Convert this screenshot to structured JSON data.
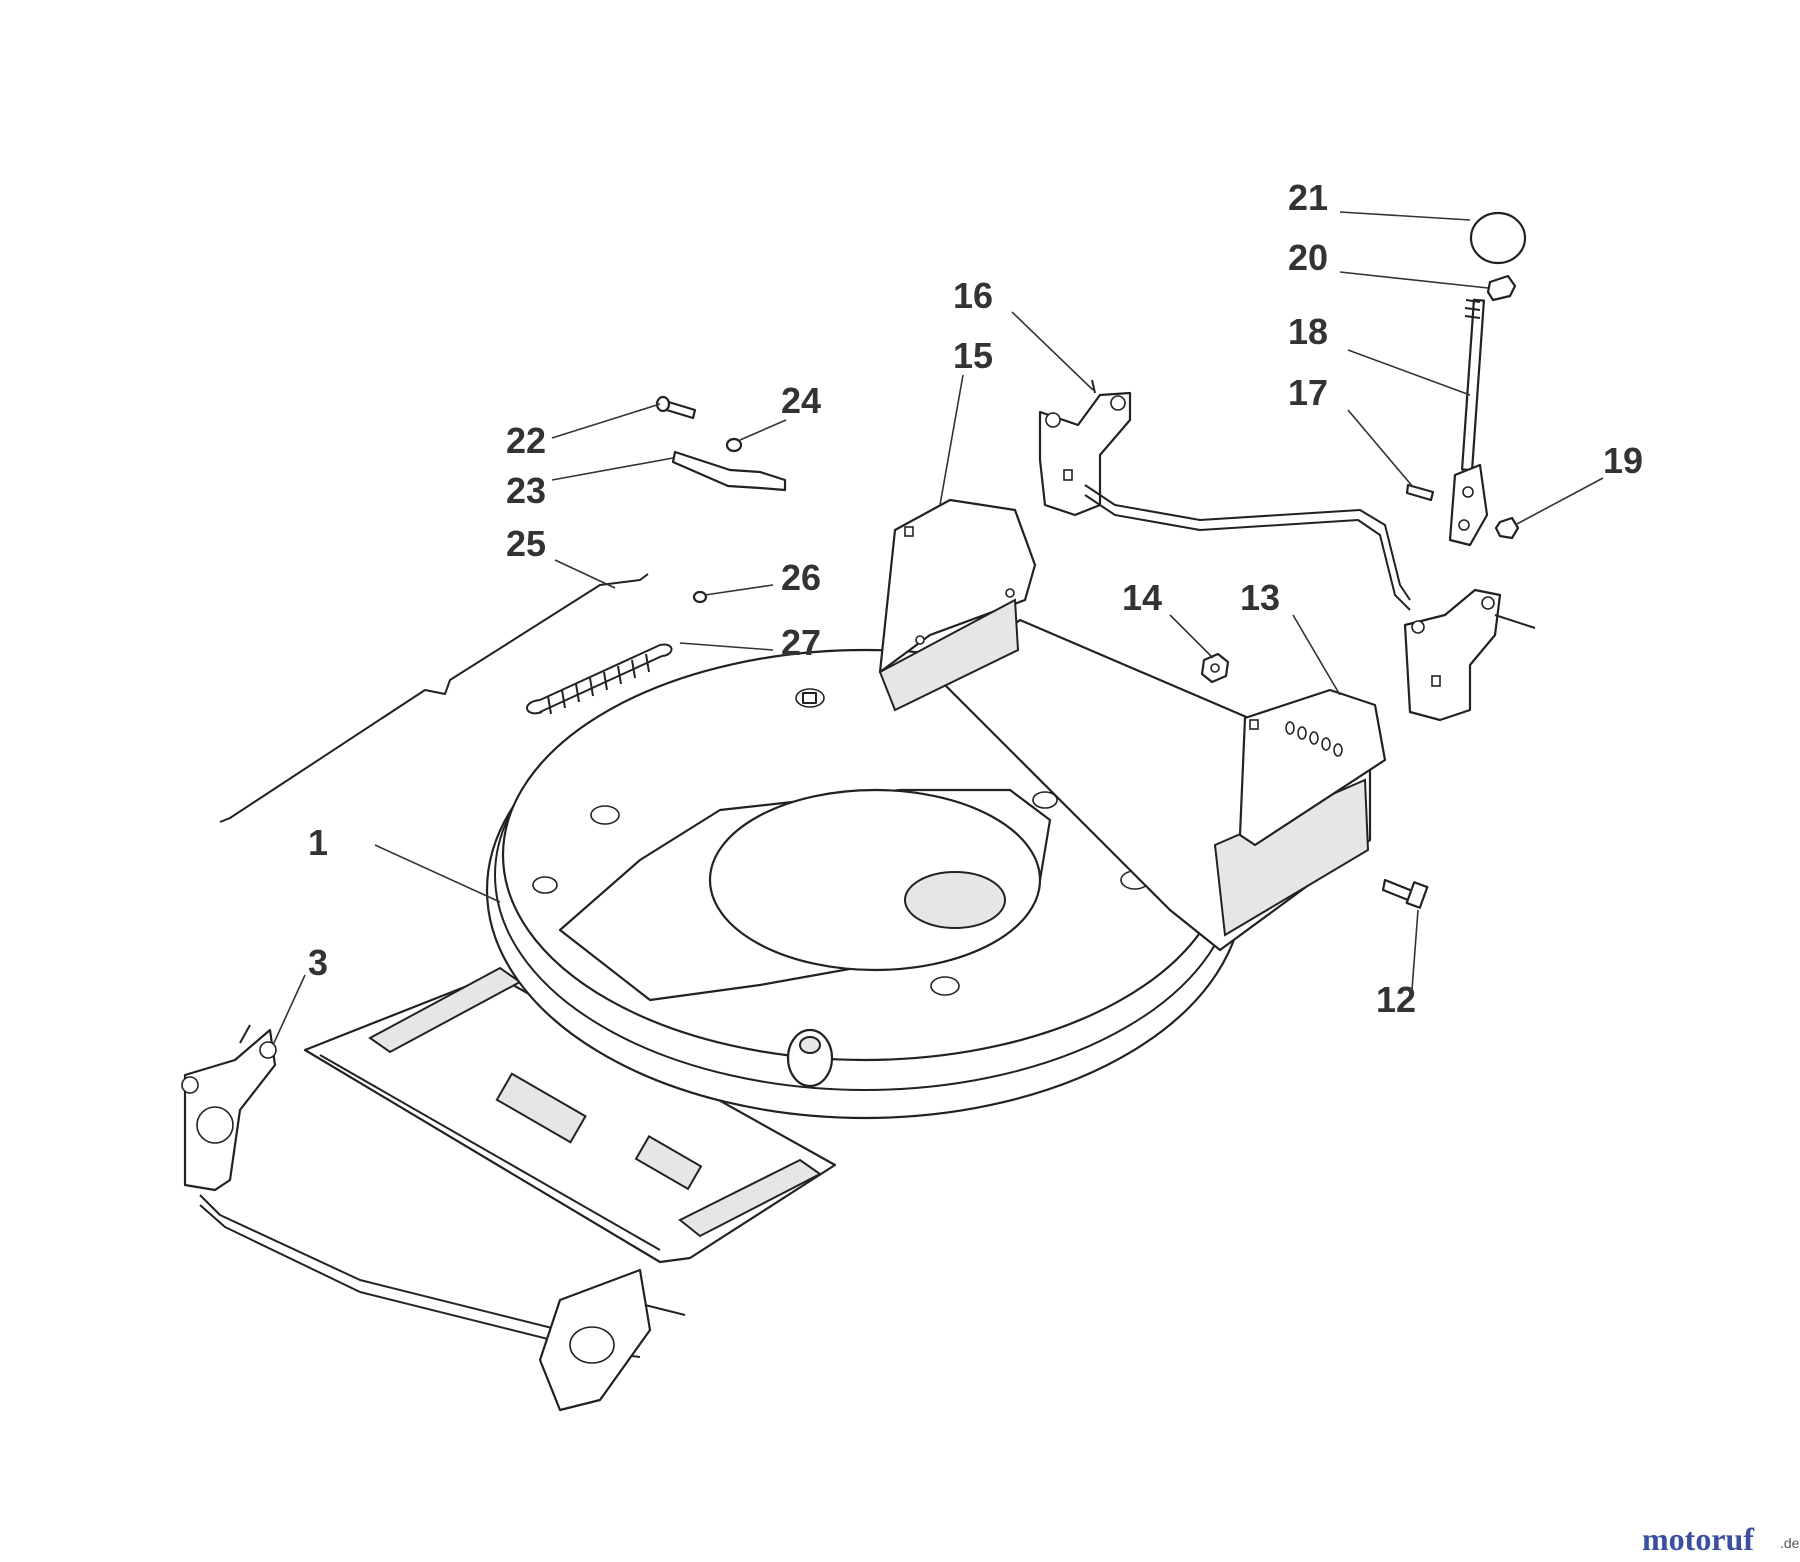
{
  "callouts": {
    "c1": "1",
    "c3": "3",
    "c12": "12",
    "c13": "13",
    "c14": "14",
    "c15": "15",
    "c16": "16",
    "c17": "17",
    "c18": "18",
    "c19": "19",
    "c20": "20",
    "c21": "21",
    "c22": "22",
    "c23": "23",
    "c24": "24",
    "c25": "25",
    "c26": "26",
    "c27": "27"
  },
  "brand": {
    "name": "motoruf",
    "suffix": ".de",
    "colors": {
      "primary": "#3a4fa0",
      "accent": "#e38b1c"
    }
  }
}
